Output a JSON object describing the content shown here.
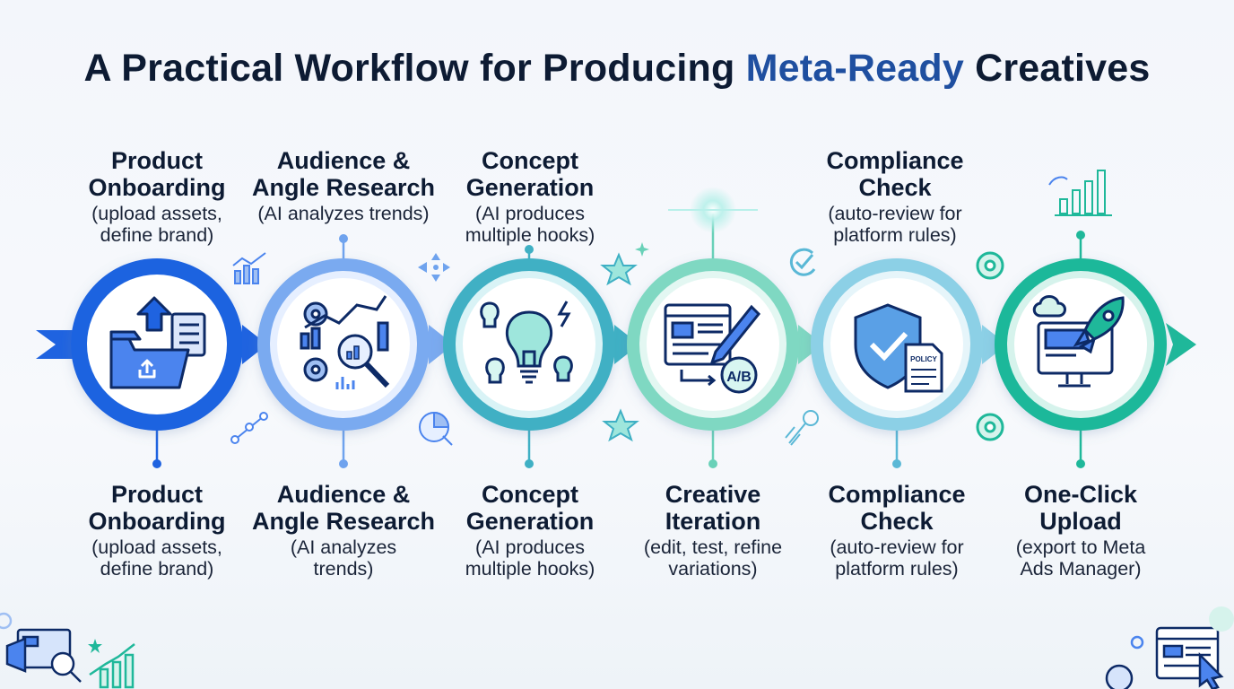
{
  "title": {
    "part1": "A Practical Workflow for Producing ",
    "accent": "Meta-Ready",
    "part2": " Creatives"
  },
  "colors": {
    "accent": "#1f4fa0",
    "step1": "#1f63e0",
    "step2": "#6fa3ee",
    "step3": "#3fb0c4",
    "step4": "#69d1b8",
    "step5": "#5ab8d6",
    "step6": "#1fb89a"
  },
  "top_labels": [
    {
      "head": "Product\nOnboarding",
      "sub": "(upload assets,\ndefine brand)"
    },
    {
      "head": "Audience &\nAngle Research",
      "sub": "(AI analyzes trends)"
    },
    {
      "head": "Concept\nGeneration",
      "sub": "(AI produces\nmultiple hooks)"
    },
    {
      "head": "Compliance\nCheck",
      "sub": "(auto-review for\nplatform rules)"
    }
  ],
  "bottom_labels": [
    {
      "head": "Product\nOnboarding",
      "sub": "(upload assets,\ndefine brand)"
    },
    {
      "head": "Audience &\nAngle Research",
      "sub": "(AI analyzes\ntrends)"
    },
    {
      "head": "Concept\nGeneration",
      "sub": "(AI produces\nmultiple hooks)"
    },
    {
      "head": "Creative\nIteration",
      "sub": "(edit, test, refine\nvariations)"
    },
    {
      "head": "Compliance\nCheck",
      "sub": "(auto-review for\nplatform rules)"
    },
    {
      "head": "One-Click\nUpload",
      "sub": "(export to Meta\nAds Manager)"
    }
  ],
  "icons": {
    "step1": "upload-folder-icon",
    "step2": "analytics-magnifier-icon",
    "step3": "lightbulb-icon",
    "step4": "editor-ab-test-icon",
    "step5": "shield-policy-icon",
    "step6": "rocket-monitor-icon"
  },
  "inline_text": {
    "ab": "A/B",
    "policy": "POLICY"
  }
}
